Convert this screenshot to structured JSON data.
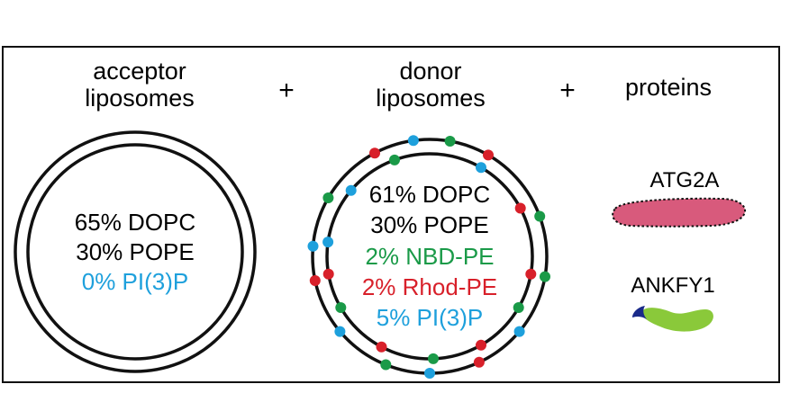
{
  "acceptor": {
    "title_line1": "acceptor",
    "title_line2": "liposomes",
    "lipids": [
      {
        "text": "65% DOPC",
        "color": "#000000"
      },
      {
        "text": "30% POPE",
        "color": "#000000"
      },
      {
        "text": "0% PI(3)P",
        "color": "#1ea0dc"
      }
    ]
  },
  "plus_sign_1": "+",
  "donor": {
    "title_line1": "donor",
    "title_line2": "liposomes",
    "lipids": [
      {
        "text": "61% DOPC",
        "color": "#000000"
      },
      {
        "text": "30% POPE",
        "color": "#000000"
      },
      {
        "text": "2% NBD-PE",
        "color": "#1a9a48"
      },
      {
        "text": "2% Rhod-PE",
        "color": "#d8202a"
      },
      {
        "text": "5% PI(3)P",
        "color": "#1ea0dc"
      }
    ]
  },
  "plus_sign_2": "+",
  "proteins": {
    "title": "proteins",
    "protein_1": {
      "label": "ATG2A",
      "color": "#d85a7c"
    },
    "protein_2": {
      "label": "ANKFY1",
      "color": "#8ac93a",
      "cap_color": "#1a2a8a"
    }
  },
  "marker_colors": {
    "blue": "#1ea0dc",
    "red": "#d8202a",
    "green": "#1a9a48"
  }
}
